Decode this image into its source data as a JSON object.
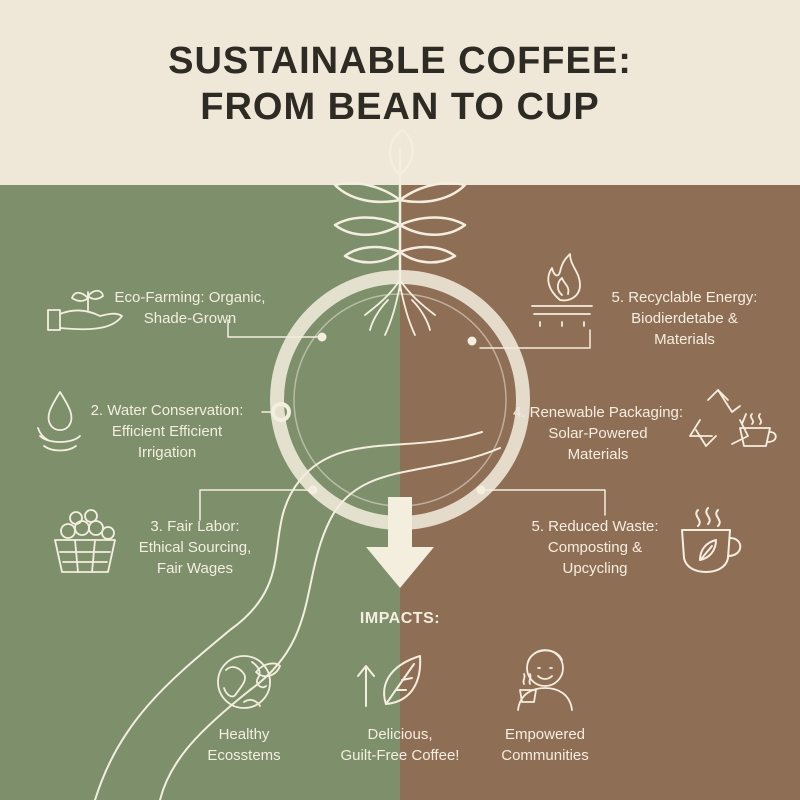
{
  "title": {
    "line1": "SUSTAINABLE COFFEE:",
    "line2": "FROM BEAN TO CUP"
  },
  "steps": [
    {
      "id": "eco-farming",
      "line1": "Eco-Farming: Organic,",
      "line2": "Shade-Grown",
      "icon": "hand-sprout-icon"
    },
    {
      "id": "water",
      "line1": "2. Water Conservation:",
      "line2": "Efficient Efficient",
      "line3": "Irrigation",
      "icon": "water-drop-icon"
    },
    {
      "id": "fair-labor",
      "line1": "3. Fair Labor:",
      "line2": "Ethical Sourcing,",
      "line3": "Fair Wages",
      "icon": "bean-basket-icon"
    },
    {
      "id": "energy",
      "line1": "5. Recyclable Energy:",
      "line2": "Biodierdetabe &",
      "line3": "Materials",
      "icon": "flame-burner-icon"
    },
    {
      "id": "packaging",
      "line1": "4. Renewable Packaging:",
      "line2": "Solar-Powered",
      "line3": "Materials",
      "icon": "recycle-cup-icon"
    },
    {
      "id": "waste",
      "line1": "5. Reduced Waste:",
      "line2": "Composting &",
      "line3": "Upcycling",
      "icon": "steaming-cup-icon"
    }
  ],
  "impacts": {
    "title": "IMPACTS:",
    "items": [
      {
        "line1": "Healthy",
        "line2": "Ecosstems",
        "icon": "globe-leaf-icon"
      },
      {
        "line1": "Delicious,",
        "line2": "Guilt-Free Coffee!",
        "icon": "leaf-arrow-icon"
      },
      {
        "line1": "Empowered",
        "line2": "Communities",
        "icon": "person-cup-icon"
      }
    ]
  },
  "colors": {
    "background": "#efe8d8",
    "left_panel": "#7d8f6b",
    "right_panel": "#8f6e56",
    "line": "#f4eedf",
    "title_text": "#2e2a24"
  }
}
